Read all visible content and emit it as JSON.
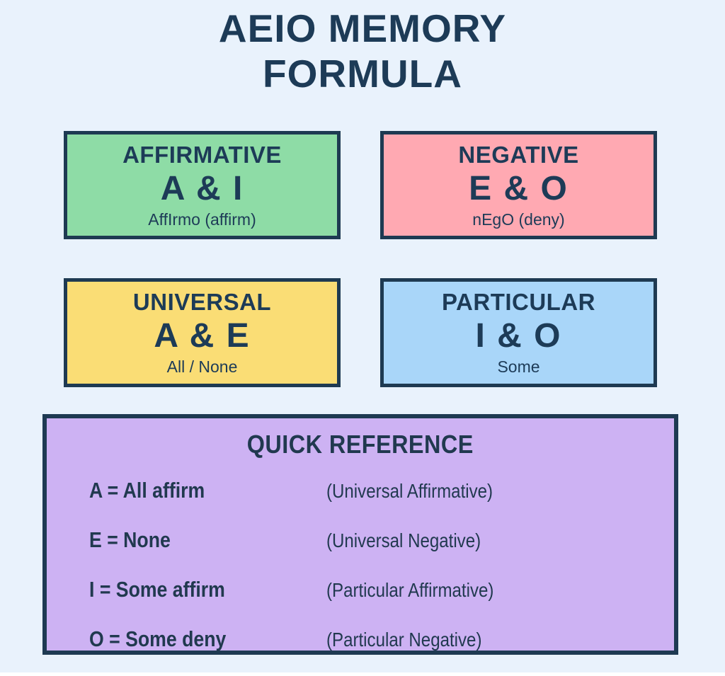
{
  "title": {
    "line1": "AEIO MEMORY",
    "line2": "FORMULA"
  },
  "colors": {
    "background": "#e9f2fc",
    "border": "#1e3a52",
    "text": "#1d3b57",
    "affirmative_bg": "#8edca6",
    "negative_bg": "#ffa9b2",
    "universal_bg": "#fadd75",
    "particular_bg": "#a9d6f9",
    "quick_reference_bg": "#cdb2f3"
  },
  "boxes": [
    {
      "label": "AFFIRMATIVE",
      "letters": "A & I",
      "hint": "AffIrmo (affirm)",
      "bg": "#8edca6"
    },
    {
      "label": "NEGATIVE",
      "letters": "E & O",
      "hint": "nEgO (deny)",
      "bg": "#ffa9b2"
    },
    {
      "label": "UNIVERSAL",
      "letters": "A & E",
      "hint": "All / None",
      "bg": "#fadd75"
    },
    {
      "label": "PARTICULAR",
      "letters": "I & O",
      "hint": "Some",
      "bg": "#a9d6f9"
    }
  ],
  "quick_reference": {
    "title": "QUICK REFERENCE",
    "bg": "#cdb2f3",
    "rows": [
      {
        "formula": "A = All affirm",
        "meaning": "(Universal Affirmative)"
      },
      {
        "formula": "E = None",
        "meaning": "(Universal Negative)"
      },
      {
        "formula": "I = Some affirm",
        "meaning": "(Particular Affirmative)"
      },
      {
        "formula": "O = Some deny",
        "meaning": "(Particular Negative)"
      }
    ]
  }
}
